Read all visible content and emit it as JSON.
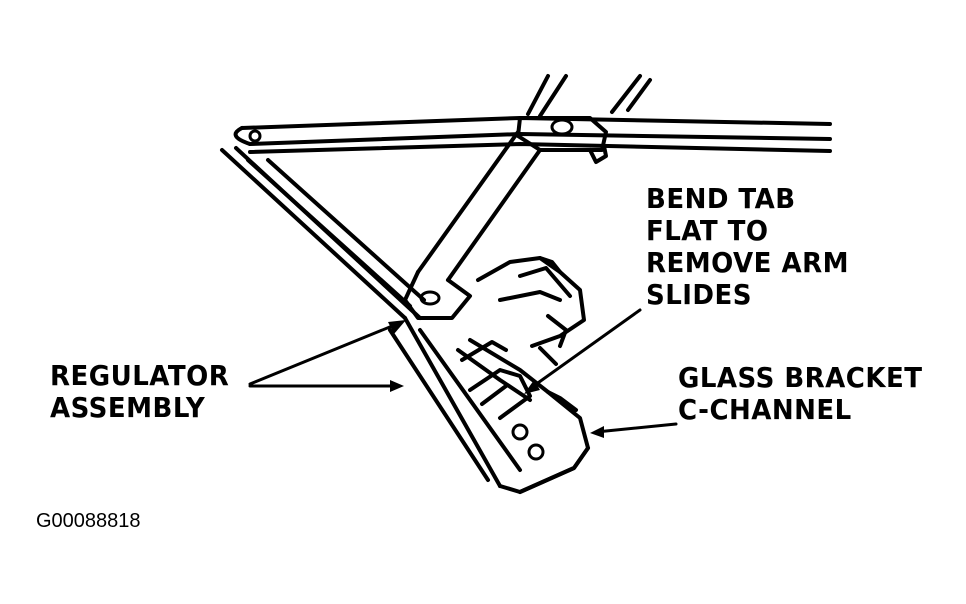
{
  "labels": {
    "bend_tab": [
      "BEND TAB",
      "FLAT TO",
      "REMOVE ARM",
      "SLIDES"
    ],
    "regulator": [
      "REGULATOR",
      "ASSEMBLY"
    ],
    "glass_bracket": [
      "GLASS BRACKET",
      "C-CHANNEL"
    ]
  },
  "figure_id": "G00088818",
  "colors": {
    "ink": "#000000",
    "background": "#ffffff"
  }
}
